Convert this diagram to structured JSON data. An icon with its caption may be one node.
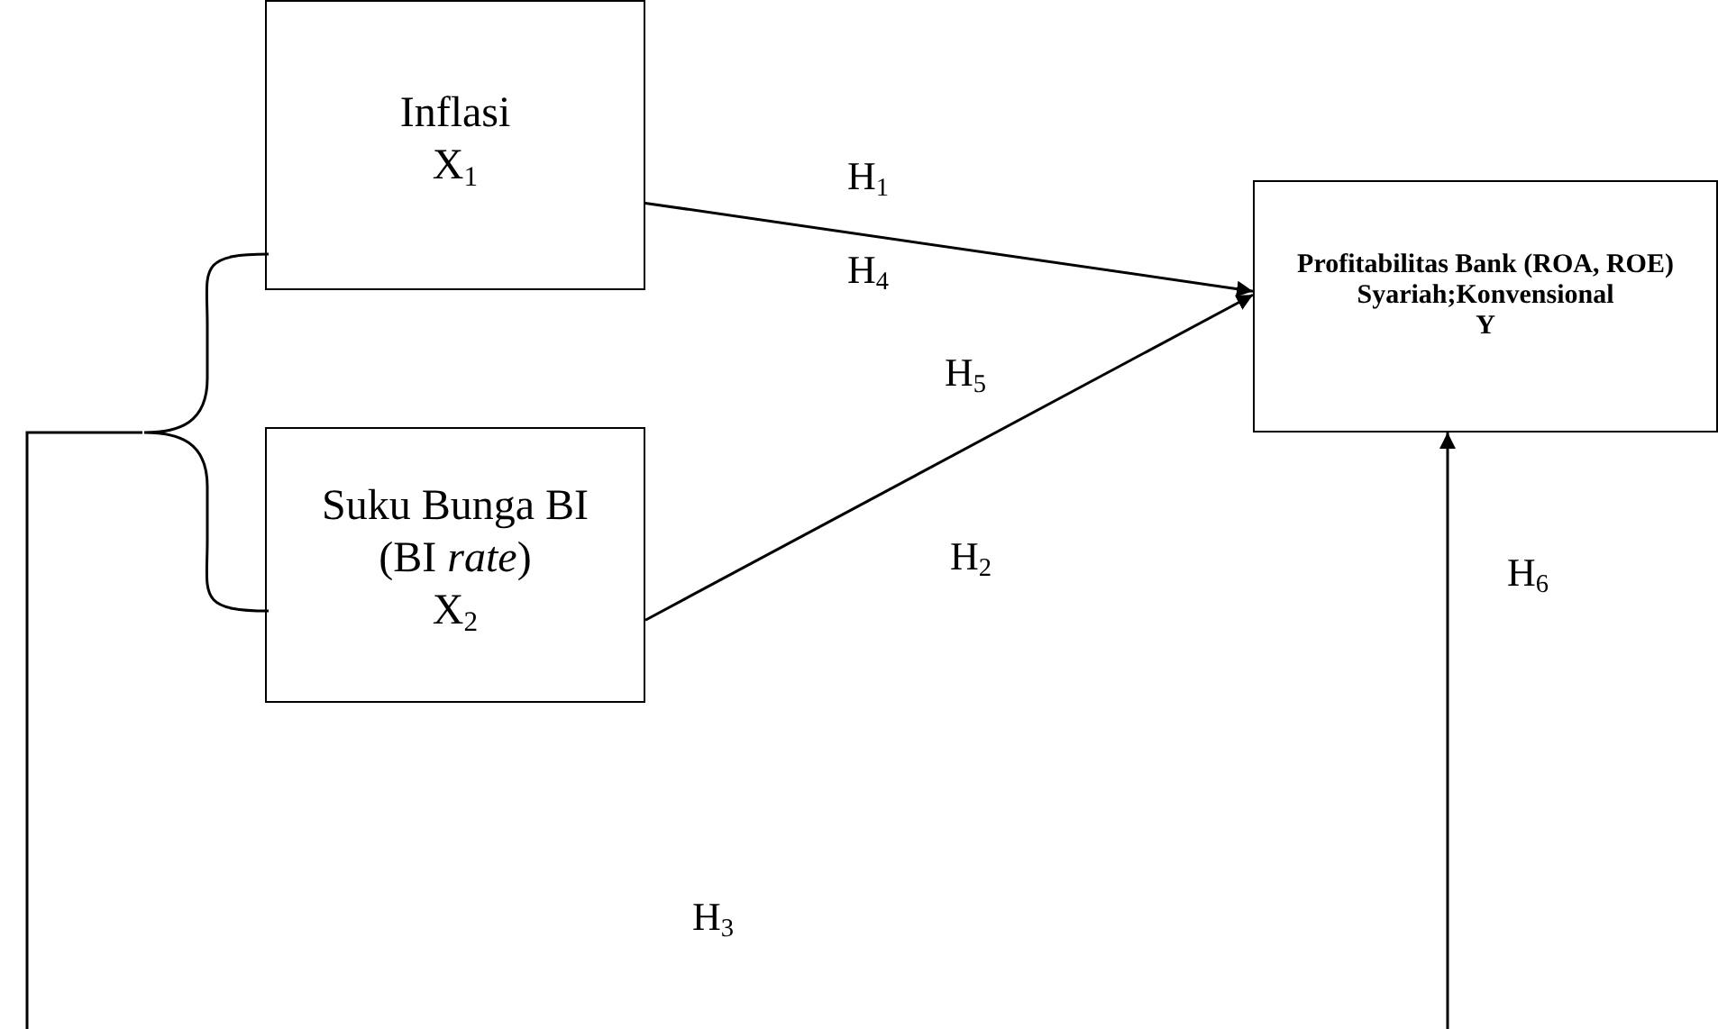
{
  "diagram": {
    "nodes": [
      {
        "text": [
          "Inflasi",
          "X$_{1}$"
        ]
      },
      {
        "text": [
          "Suku Bunga BI",
          "(BI *rate*)",
          "X$_{2}$"
        ]
      },
      {
        "text": [
          "Profitabilitas Bank (ROA, ROE) Syariah;Konvensional",
          "Y"
        ]
      },
      {
        "text": [],
        "shape": "bracket"
      }
    ],
    "edges": [
      {
        "from": 0,
        "to": 2,
        "arrow": "to"
      },
      {
        "from": 1,
        "to": 2,
        "arrow": "to"
      },
      {
        "from": 3,
        "to": 2,
        "arrow": "to"
      }
    ],
    "labels": [
      "H$_{1}$",
      "H$_{4}$",
      "H$_{5}$",
      "H$_{2}$",
      "H$_{6}$",
      "H$_{3}$"
    ]
  }
}
